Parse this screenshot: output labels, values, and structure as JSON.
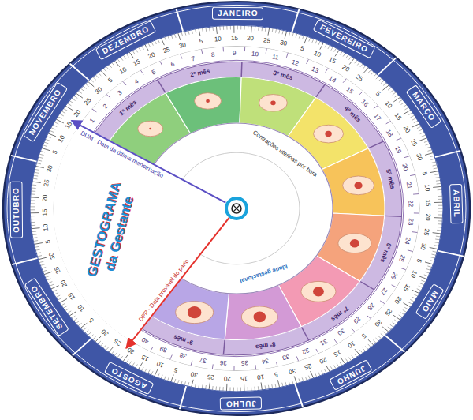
{
  "diagram": {
    "title": "GESTOGRAMA da Gestante",
    "nodes": [
      {
        "text": [
          "JANEIRO"
        ]
      },
      {
        "text": [
          "FEVEREIRO"
        ]
      },
      {
        "text": [
          "MARÇO"
        ]
      },
      {
        "text": [
          "ABRIL"
        ]
      },
      {
        "text": [
          "MAIO"
        ]
      },
      {
        "text": [
          "JUNHO"
        ]
      },
      {
        "text": [
          "JULHO"
        ]
      },
      {
        "text": [
          "AGOSTO"
        ]
      },
      {
        "text": [
          "SETEMBRO"
        ]
      },
      {
        "text": [
          "OUTUBRO"
        ]
      },
      {
        "text": [
          "NOVEMBRO"
        ]
      },
      {
        "text": [
          "DEZEMBRO"
        ]
      }
    ],
    "labels": [
      "5",
      "10",
      "15",
      "20",
      "25",
      "30",
      "5",
      "10",
      "15",
      "20",
      "25",
      "5",
      "10",
      "15",
      "20",
      "25",
      "30",
      "5",
      "10",
      "15",
      "20",
      "25",
      "30",
      "5",
      "10",
      "15",
      "20",
      "25",
      "30",
      "5",
      "10",
      "15",
      "20",
      "25",
      "30",
      "5",
      "10",
      "15",
      "20",
      "25",
      "30",
      "5",
      "10",
      "15",
      "20",
      "25",
      "30",
      "5",
      "10",
      "15",
      "20",
      "25",
      "30",
      "5",
      "10",
      "15",
      "20",
      "25",
      "30",
      "5",
      "10",
      "15",
      "20",
      "25",
      "30",
      "5",
      "10",
      "15",
      "20",
      "25",
      "30",
      "1",
      "2",
      "3",
      "4",
      "5",
      "6",
      "7",
      "8",
      "9",
      "10",
      "11",
      "12",
      "13",
      "14",
      "15",
      "16",
      "17",
      "18",
      "19",
      "20",
      "21",
      "22",
      "23",
      "24",
      "25",
      "26",
      "27",
      "28",
      "29",
      "30",
      "31",
      "32",
      "33",
      "34",
      "35",
      "36",
      "37",
      "38",
      "39",
      "40",
      "1º mês",
      "2º mês",
      "3º mês",
      "4º mês",
      "5º mês",
      "6º mês",
      "7º mês",
      "8º mês",
      "9º mês",
      "Contrações uterinas por hora",
      "DUM - Data da última menstruação",
      "DPP - Data provável do parto",
      "Idade gestacional"
    ]
  }
}
